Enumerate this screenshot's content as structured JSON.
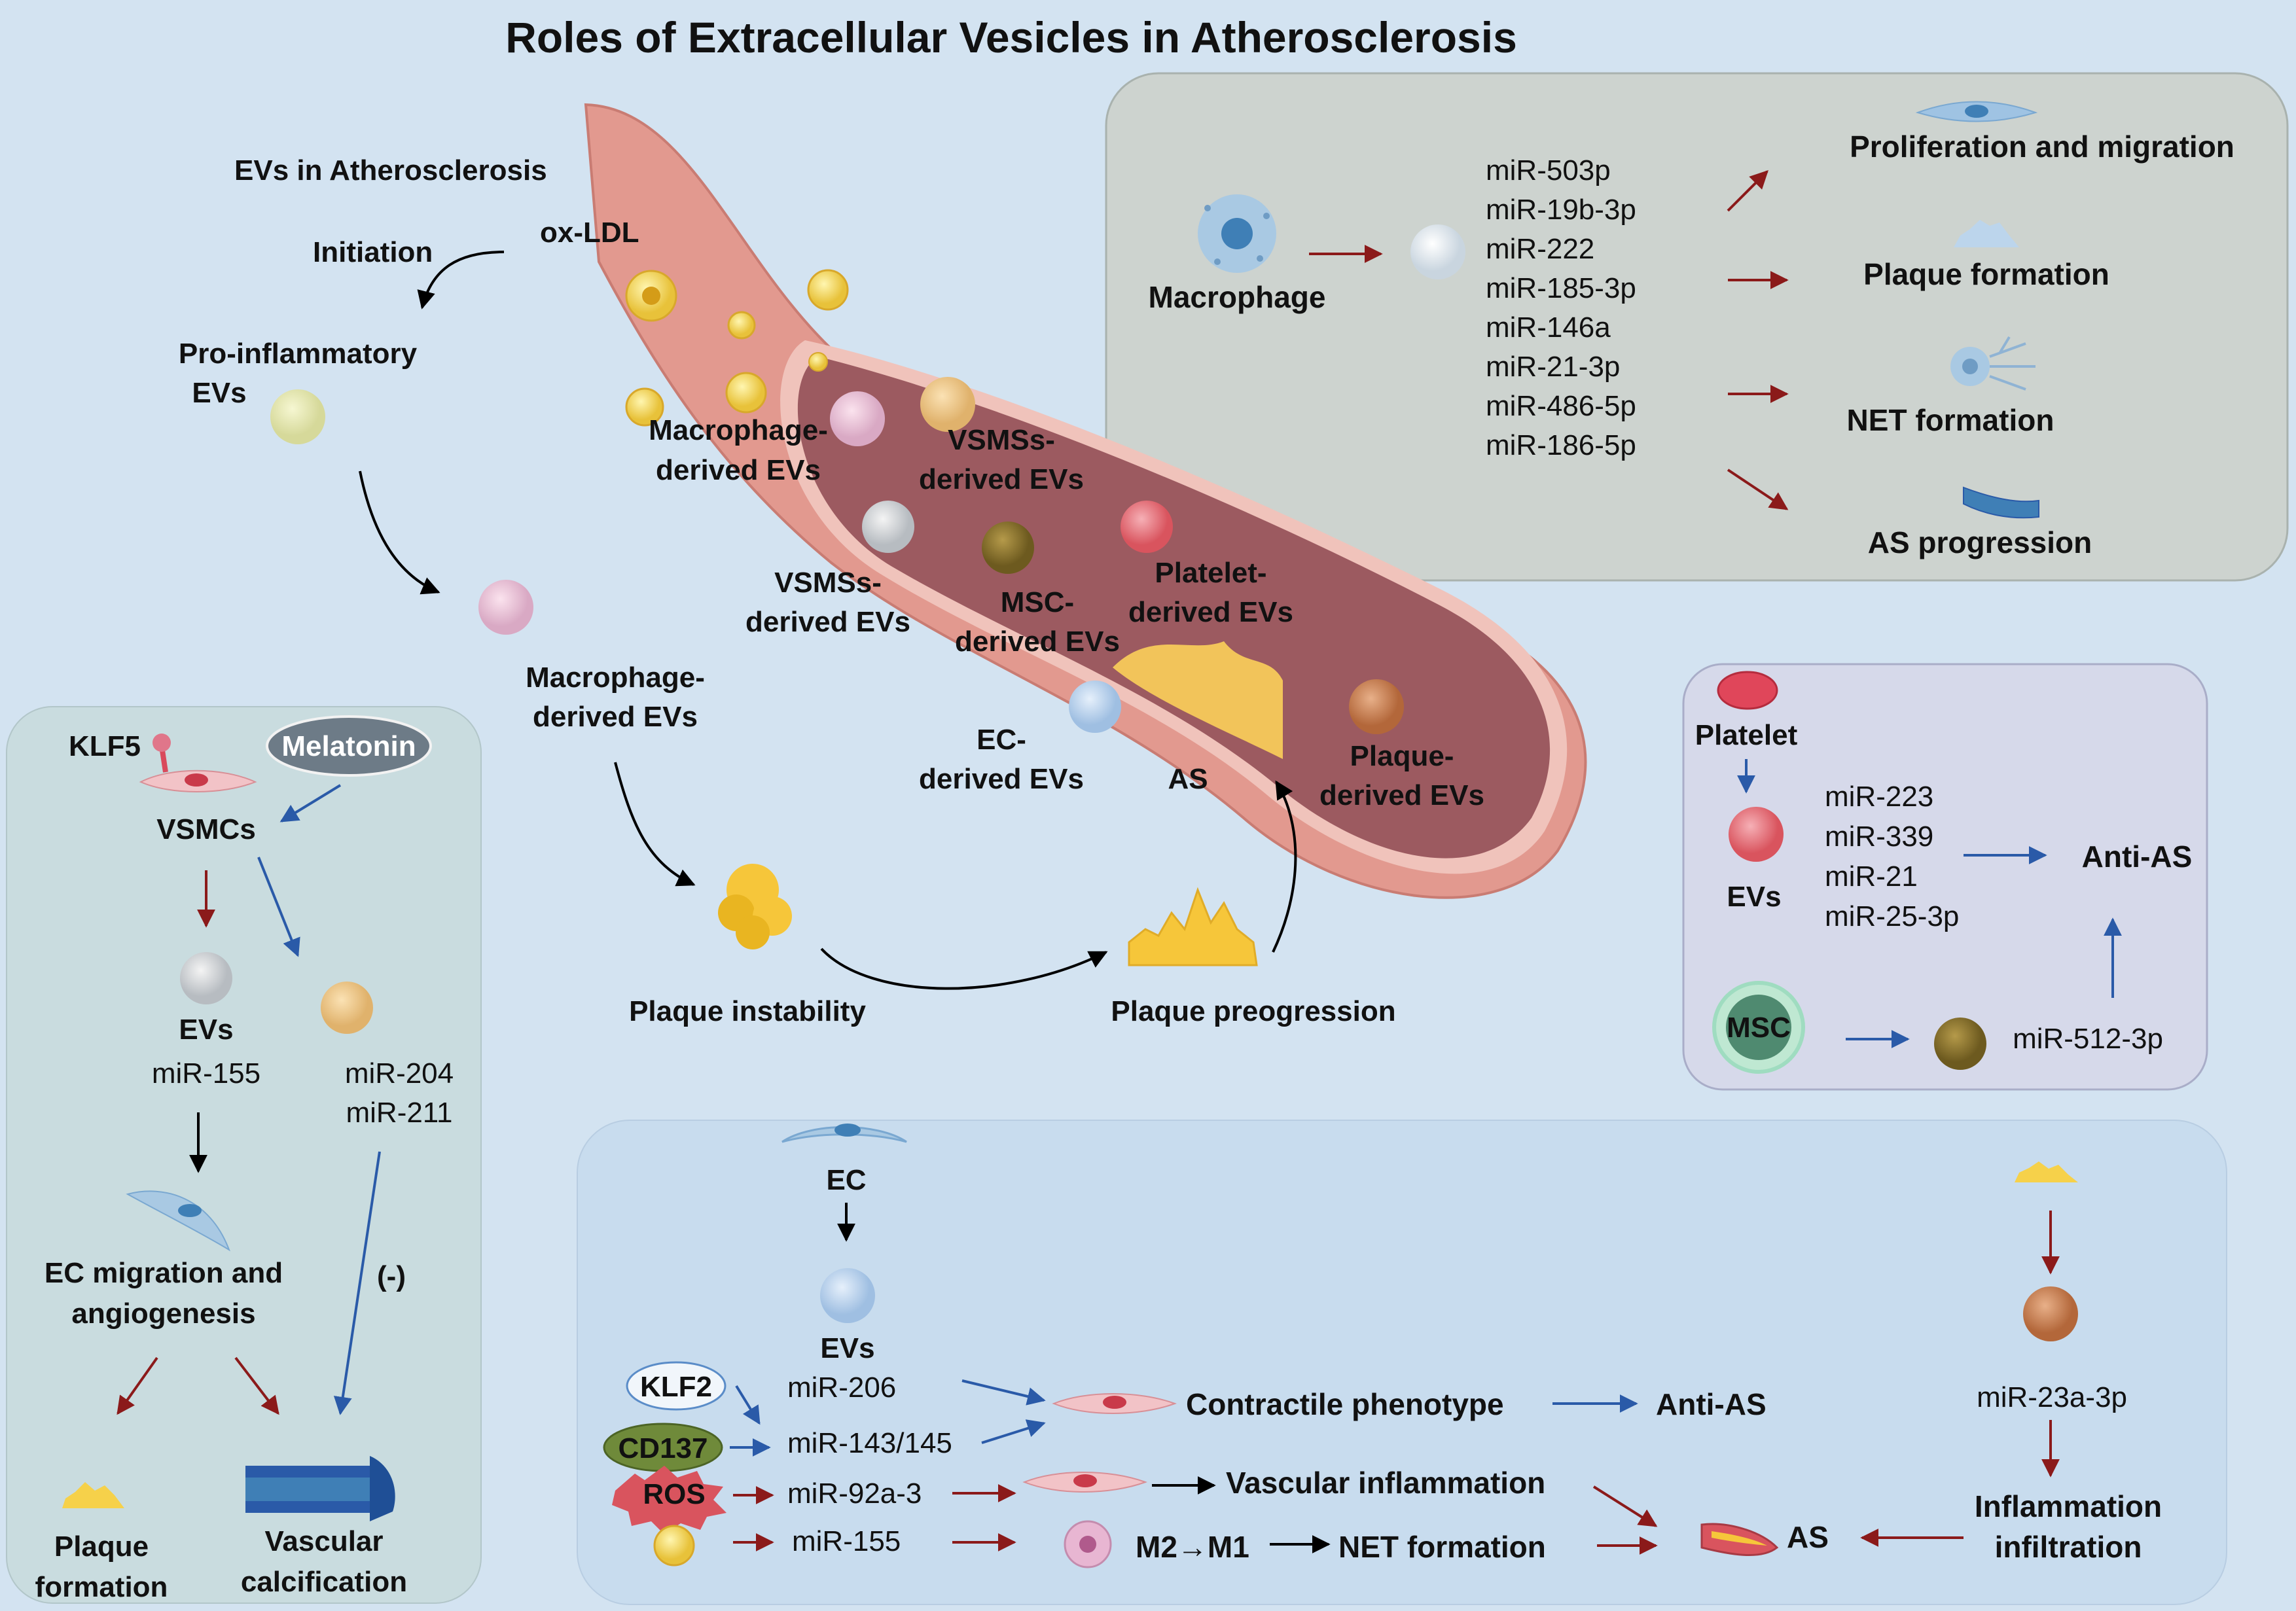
{
  "title": "Roles of Extracellular Vesicles in Atherosclerosis",
  "colors": {
    "background": "#d3e3f1",
    "panel_gray": "#cdd3cf",
    "panel_green": "#c9dcdf",
    "panel_lavender": "#d6d9ea",
    "panel_blue": "#c8dcee",
    "vessel_outer": "#e2998f",
    "vessel_lumen": "#9c5a60",
    "arrow_red": "#8b1a1a",
    "arrow_blue": "#2a5aa8",
    "arrow_black": "#000000"
  },
  "center": {
    "evs_in_as": "EVs in Atherosclerosis",
    "ox_ldl": "ox-LDL",
    "initiation": "Initiation",
    "pro_inflammatory_line1": "Pro-inflammatory",
    "pro_inflammatory_line2": "EVs",
    "macrophage_evs_line1": "Macrophage-",
    "macrophage_evs_line2": "derived EVs",
    "plaque_instability": "Plaque instability",
    "plaque_progression": "Plaque preogression"
  },
  "vessel_labels": {
    "macrophage_line1": "Macrophage-",
    "macrophage_line2": "derived EVs",
    "vsmss_top_line1": "VSMSs-",
    "vsmss_top_line2": "derived EVs",
    "vsmss_line1": "VSMSs-",
    "vsmss_line2": "derived EVs",
    "msc_line1": "MSC-",
    "msc_line2": "derived EVs",
    "platelet_line1": "Platelet-",
    "platelet_line2": "derived EVs",
    "ec_line1": "EC-",
    "ec_line2": "derived EVs",
    "as": "AS",
    "plaque_line1": "Plaque-",
    "plaque_line2": "derived EVs"
  },
  "macrophage_panel": {
    "source": "Macrophage",
    "mirnas": [
      "miR-503p",
      "miR-19b-3p",
      "miR-222",
      "miR-185-3p",
      "miR-146a",
      "miR-21-3p",
      "miR-486-5p",
      "miR-186-5p"
    ],
    "outcomes": [
      "Proliferation and migration",
      "Plaque formation",
      "NET formation",
      "AS progression"
    ]
  },
  "vsmc_panel": {
    "klf5": "KLF5",
    "melatonin": "Melatonin",
    "vsmcs": "VSMCs",
    "evs": "EVs",
    "mir155": "miR-155",
    "mir204": "miR-204",
    "mir211": "miR-211",
    "ec_migration_line1": "EC migration and",
    "ec_migration_line2": "angiogenesis",
    "inhibit": "(-)",
    "plaque_formation_line1": "Plaque",
    "plaque_formation_line2": "formation",
    "vascular_calc_line1": "Vascular",
    "vascular_calc_line2": "calcification"
  },
  "platelet_panel": {
    "platelet": "Platelet",
    "evs": "EVs",
    "mirnas": [
      "miR-223",
      "miR-339",
      "miR-21",
      "miR-25-3p"
    ],
    "anti_as": "Anti-AS",
    "msc": "MSC",
    "mir512": "miR-512-3p"
  },
  "ec_panel": {
    "ec": "EC",
    "evs": "EVs",
    "klf2": "KLF2",
    "cd137": "CD137",
    "ros": "ROS",
    "mir206": "miR-206",
    "mir143": "miR-143/145",
    "mir92": "miR-92a-3",
    "mir155": "miR-155",
    "contractile": "Contractile phenotype",
    "anti_as": "Anti-AS",
    "vascular_inflammation": "Vascular inflammation",
    "m2m1": "M2→M1",
    "net_formation": "NET formation",
    "as": "AS",
    "mir23": "miR-23a-3p",
    "inflammation_line1": "Inflammation",
    "inflammation_line2": "infiltration"
  }
}
